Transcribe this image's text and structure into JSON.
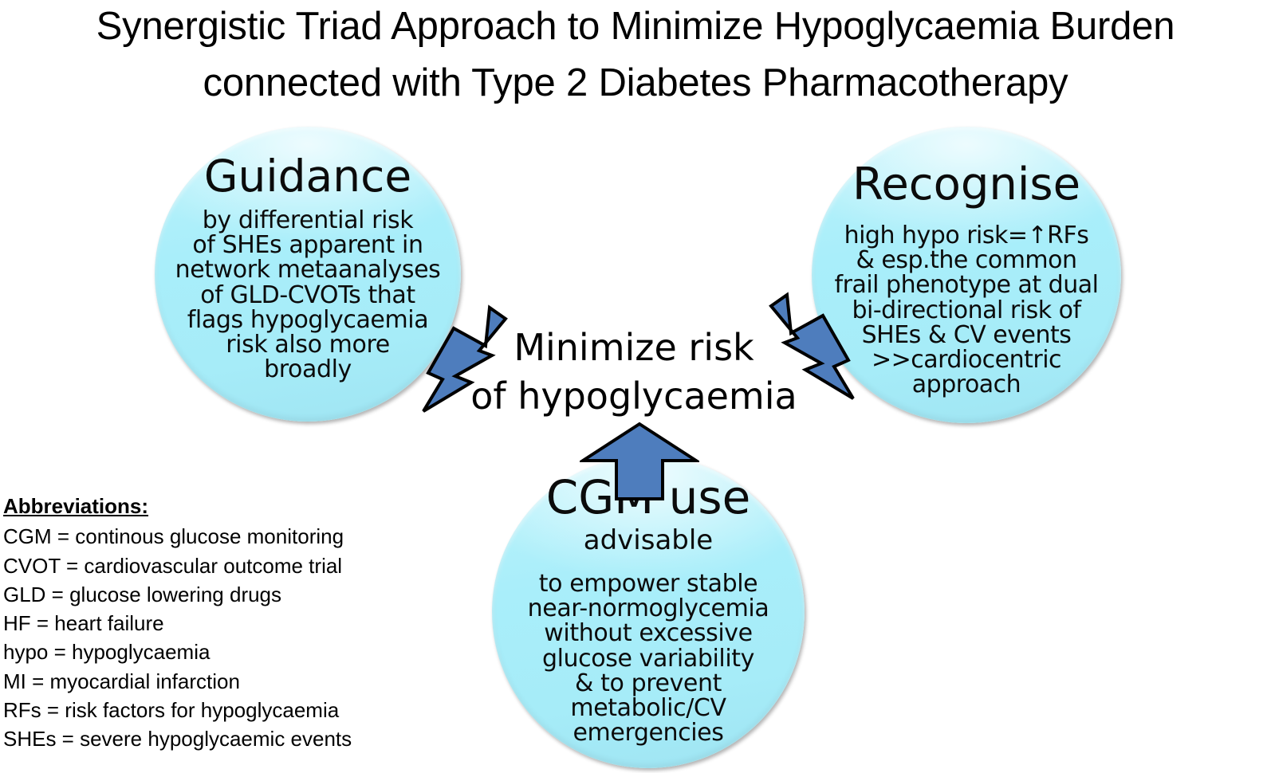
{
  "title": "Synergistic Triad Approach to Minimize Hypoglycaemia Burden\nconnected with Type 2 Diabetes Pharmacotherapy",
  "colors": {
    "circle_fill": "#a9eefa",
    "circle_highlight": "#d9f8fd",
    "arrow_fill": "#4e7dbd",
    "arrow_stroke": "#000000",
    "text": "#000000",
    "background": "#ffffff"
  },
  "center": {
    "label": "Minimize risk\nof hypoglycaemia"
  },
  "nodes": [
    {
      "id": "guidance",
      "heading": "Guidance",
      "body": "by differential risk\nof SHEs apparent in\nnetwork metaanalyses\nof GLD-CVOTs that\nflags hypoglycaemia\nrisk also more\nbroadly"
    },
    {
      "id": "recognise",
      "heading": "Recognise",
      "body": "high hypo risk=↑RFs\n& esp.the common\nfrail phenotype at dual\nbi-directional risk of\nSHEs & CV events\n>>cardiocentric\napproach"
    },
    {
      "id": "cgm",
      "heading": "CGM use",
      "subheading": "advisable",
      "body": "to empower stable\nnear-normoglycemia\nwithout excessive\nglucose variability\n& to prevent\nmetabolic/CV\nemergencies"
    }
  ],
  "arrows": [
    {
      "id": "arrow-left",
      "from": "guidance",
      "to": "center",
      "direction": "down-right",
      "shape": "striped-arrow"
    },
    {
      "id": "arrow-right",
      "from": "recognise",
      "to": "center",
      "direction": "down-left",
      "shape": "striped-arrow"
    },
    {
      "id": "arrow-up",
      "from": "cgm",
      "to": "center",
      "direction": "up",
      "shape": "block-arrow"
    }
  ],
  "abbreviations": {
    "heading": "Abbreviations:",
    "items": [
      "CGM = continous glucose monitoring",
      "CVOT = cardiovascular outcome trial",
      "GLD = glucose lowering drugs",
      "HF = heart failure",
      "hypo = hypoglycaemia",
      "MI = myocardial infarction",
      "RFs = risk factors for hypoglycaemia",
      "SHEs = severe hypoglycaemic events"
    ]
  }
}
